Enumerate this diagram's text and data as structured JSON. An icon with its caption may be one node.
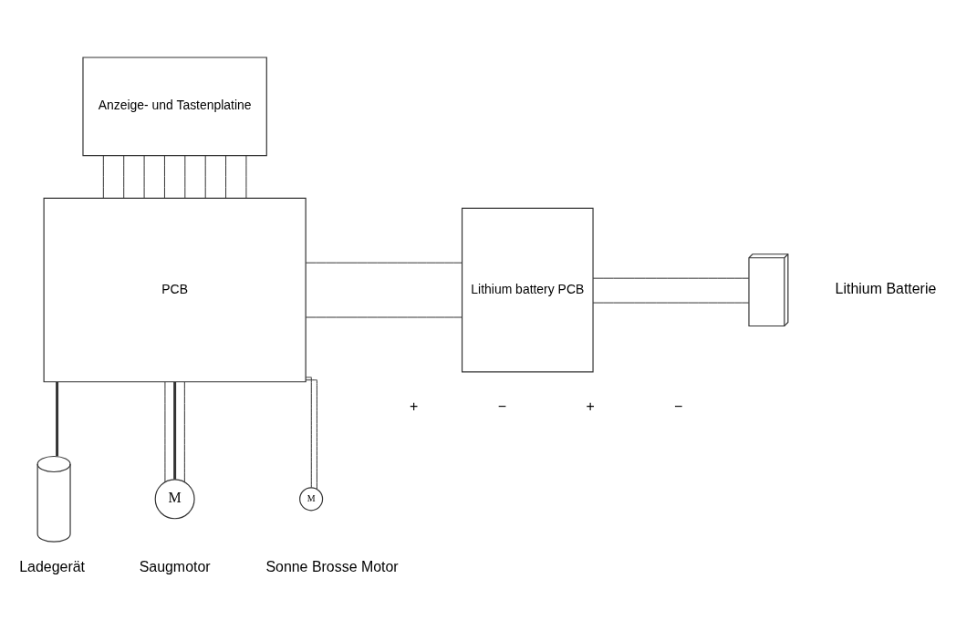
{
  "diagram": {
    "nodes": [
      {
        "text": [
          "Anzeige- und Tastenplatine"
        ]
      },
      {
        "text": [
          "PCB"
        ]
      },
      {
        "text": [
          "Lithium battery PCB"
        ]
      },
      {
        "text": [],
        "shape": "battery",
        "beside": [
          "Lithium Batterie"
        ]
      },
      {
        "text": [],
        "shape": "bottle",
        "beside": [
          "Ladegerät"
        ]
      },
      {
        "text": [
          "M"
        ],
        "beside": [
          "Saugmotor"
        ]
      },
      {
        "text": [
          "M"
        ],
        "beside": [
          "Sonne Brosse Motor"
        ]
      }
    ],
    "edges": [
      {
        "from": 0,
        "to": 1,
        "arrow": "none"
      },
      {
        "from": 0,
        "to": 1,
        "arrow": "none"
      },
      {
        "from": 0,
        "to": 1,
        "arrow": "none"
      },
      {
        "from": 0,
        "to": 1,
        "arrow": "none"
      },
      {
        "from": 0,
        "to": 1,
        "arrow": "none"
      },
      {
        "from": 0,
        "to": 1,
        "arrow": "none"
      },
      {
        "from": 0,
        "to": 1,
        "arrow": "none"
      },
      {
        "from": 0,
        "to": 1,
        "arrow": "none"
      },
      {
        "from": 1,
        "to": 2,
        "arrow": "none"
      },
      {
        "from": 1,
        "to": 2,
        "arrow": "none"
      },
      {
        "from": 2,
        "to": 3,
        "arrow": "none"
      },
      {
        "from": 2,
        "to": 3,
        "arrow": "none"
      },
      {
        "from": 1,
        "to": 4,
        "arrow": "none",
        "style": "thick"
      },
      {
        "from": 1,
        "to": 5,
        "arrow": "none"
      },
      {
        "from": 1,
        "to": 5,
        "arrow": "none",
        "style": "thick"
      },
      {
        "from": 1,
        "to": 5,
        "arrow": "none"
      },
      {
        "from": 1,
        "to": 6,
        "arrow": "none"
      },
      {
        "from": 1,
        "to": 6,
        "arrow": "none"
      }
    ],
    "labels": [
      "+",
      "−",
      "+",
      "−"
    ]
  }
}
